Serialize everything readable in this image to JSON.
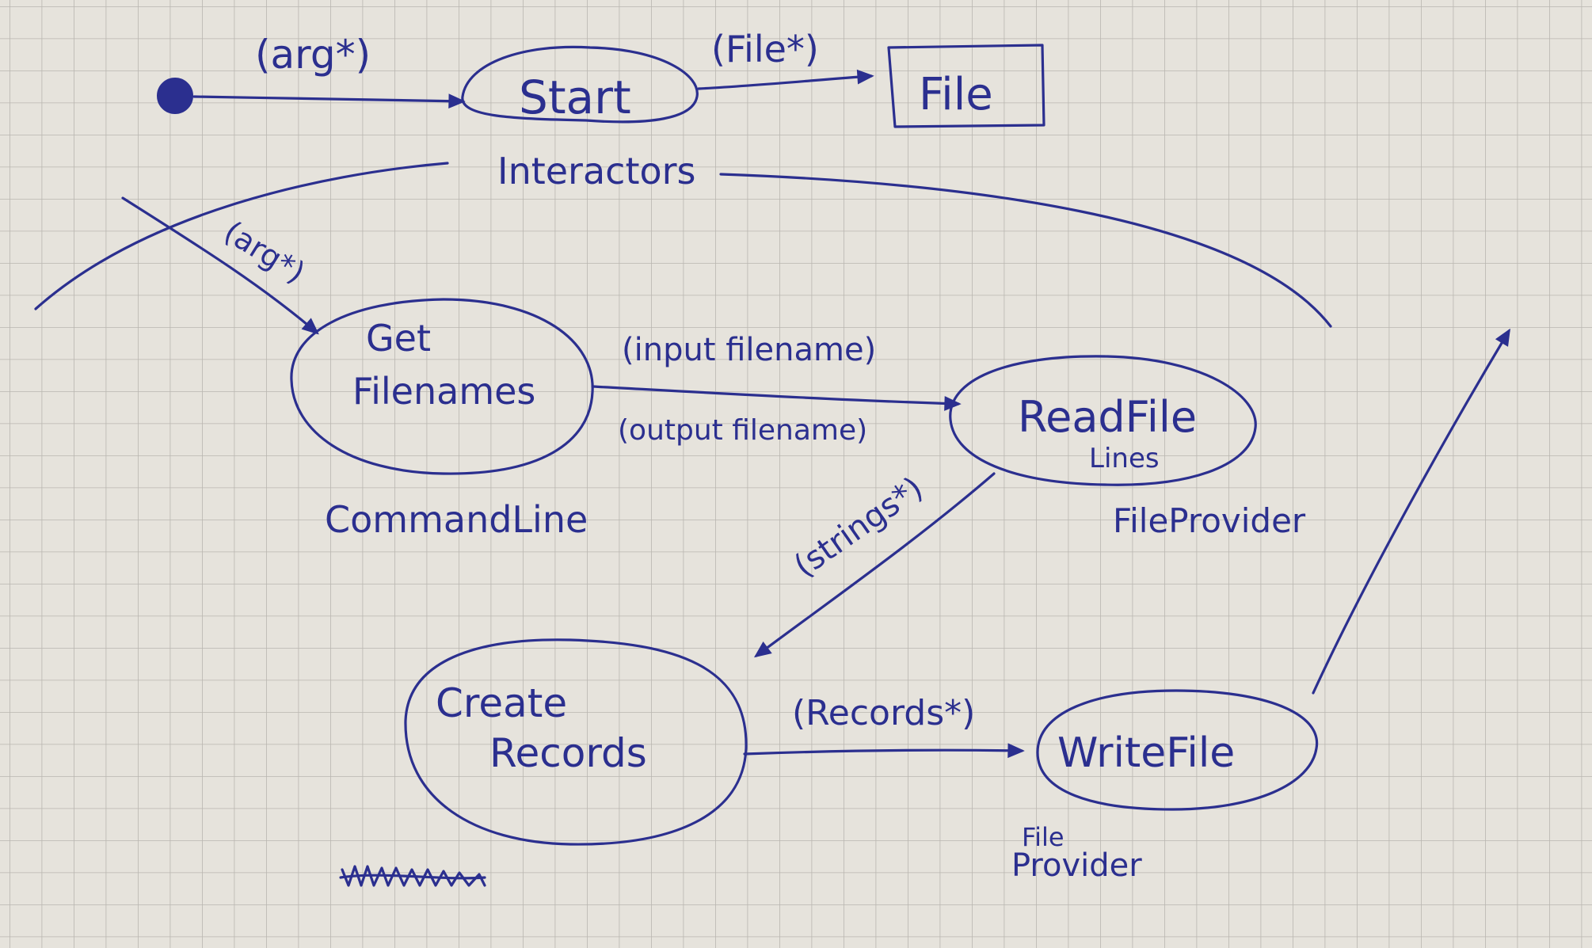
{
  "diagram": {
    "nodes": {
      "start": "Start",
      "file": "File",
      "get_filenames_line1": "Get",
      "get_filenames_line2": "Filenames",
      "read_file_line1": "ReadFile",
      "read_file_line2": "Lines",
      "create_records_line1": "Create",
      "create_records_line2": "Records",
      "write_file": "WriteFile"
    },
    "edge_labels": {
      "arg_top": "(arg*)",
      "file_arrow": "(File*)",
      "arg_down": "(arg*)",
      "input_filename": "(input filename)",
      "output_filename": "(output filename)",
      "strings": "(strings*)",
      "records": "(Records*)"
    },
    "notes": {
      "interactors": "Interactors",
      "command_line": "CommandLine",
      "file_provider_1": "FileProvider",
      "file_provider_2_line1": "File",
      "file_provider_2_line2": "Provider"
    },
    "colors": {
      "paper": "#e6e3dc",
      "grid": "#b9b6b0",
      "ink": "#2b2f8f"
    }
  }
}
